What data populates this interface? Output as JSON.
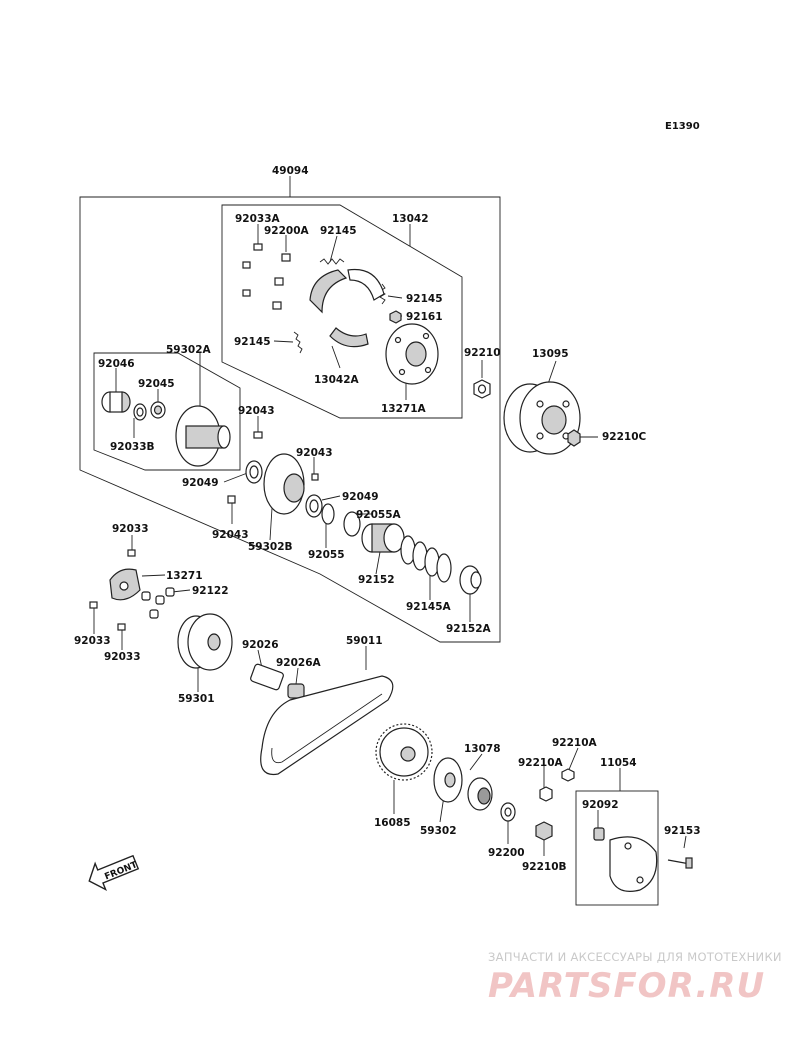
{
  "diagram_code": "E1390",
  "labels": {
    "a_49094": "49094",
    "a_13042": "13042",
    "a_92033A": "92033A",
    "a_92200A": "92200A",
    "a_92145_1": "92145",
    "a_92145_2": "92145",
    "a_92161": "92161",
    "a_92145_3": "92145",
    "a_13042A": "13042A",
    "a_13271A": "13271A",
    "a_92210": "92210",
    "a_13095": "13095",
    "a_92210C": "92210C",
    "a_59302A": "59302A",
    "a_92046": "92046",
    "a_92045": "92045",
    "a_92033B": "92033B",
    "a_92043_1": "92043",
    "a_92043_2": "92043",
    "a_92049_1": "92049",
    "a_92049_2": "92049",
    "a_92043_3": "92043",
    "a_59302B": "59302B",
    "a_92055A": "92055A",
    "a_92055": "92055",
    "a_92152": "92152",
    "a_92145A": "92145A",
    "a_92152A": "92152A",
    "a_92033_1": "92033",
    "a_13271": "13271",
    "a_92122": "92122",
    "a_92033_2": "92033",
    "a_92033_3": "92033",
    "a_59301": "59301",
    "a_92026": "92026",
    "a_92026A": "92026A",
    "a_59011": "59011",
    "a_13078": "13078",
    "a_92210A_1": "92210A",
    "a_92210A_2": "92210A",
    "a_11054": "11054",
    "a_92092": "92092",
    "a_92153": "92153",
    "a_16085": "16085",
    "a_59302": "59302",
    "a_92200": "92200",
    "a_92210B": "92210B"
  },
  "front_label": "FRONT",
  "watermark": {
    "tagline": "ЗАПЧАСТИ И АКСЕССУАРЫ ДЛЯ МОТОТЕХНИКИ",
    "logo": "PARTSFOR.RU"
  },
  "colors": {
    "line": "#222222",
    "part_shade": "#9a9a9a",
    "watermark_logo": "#f1c5c5",
    "watermark_text": "#c9c9c9"
  }
}
